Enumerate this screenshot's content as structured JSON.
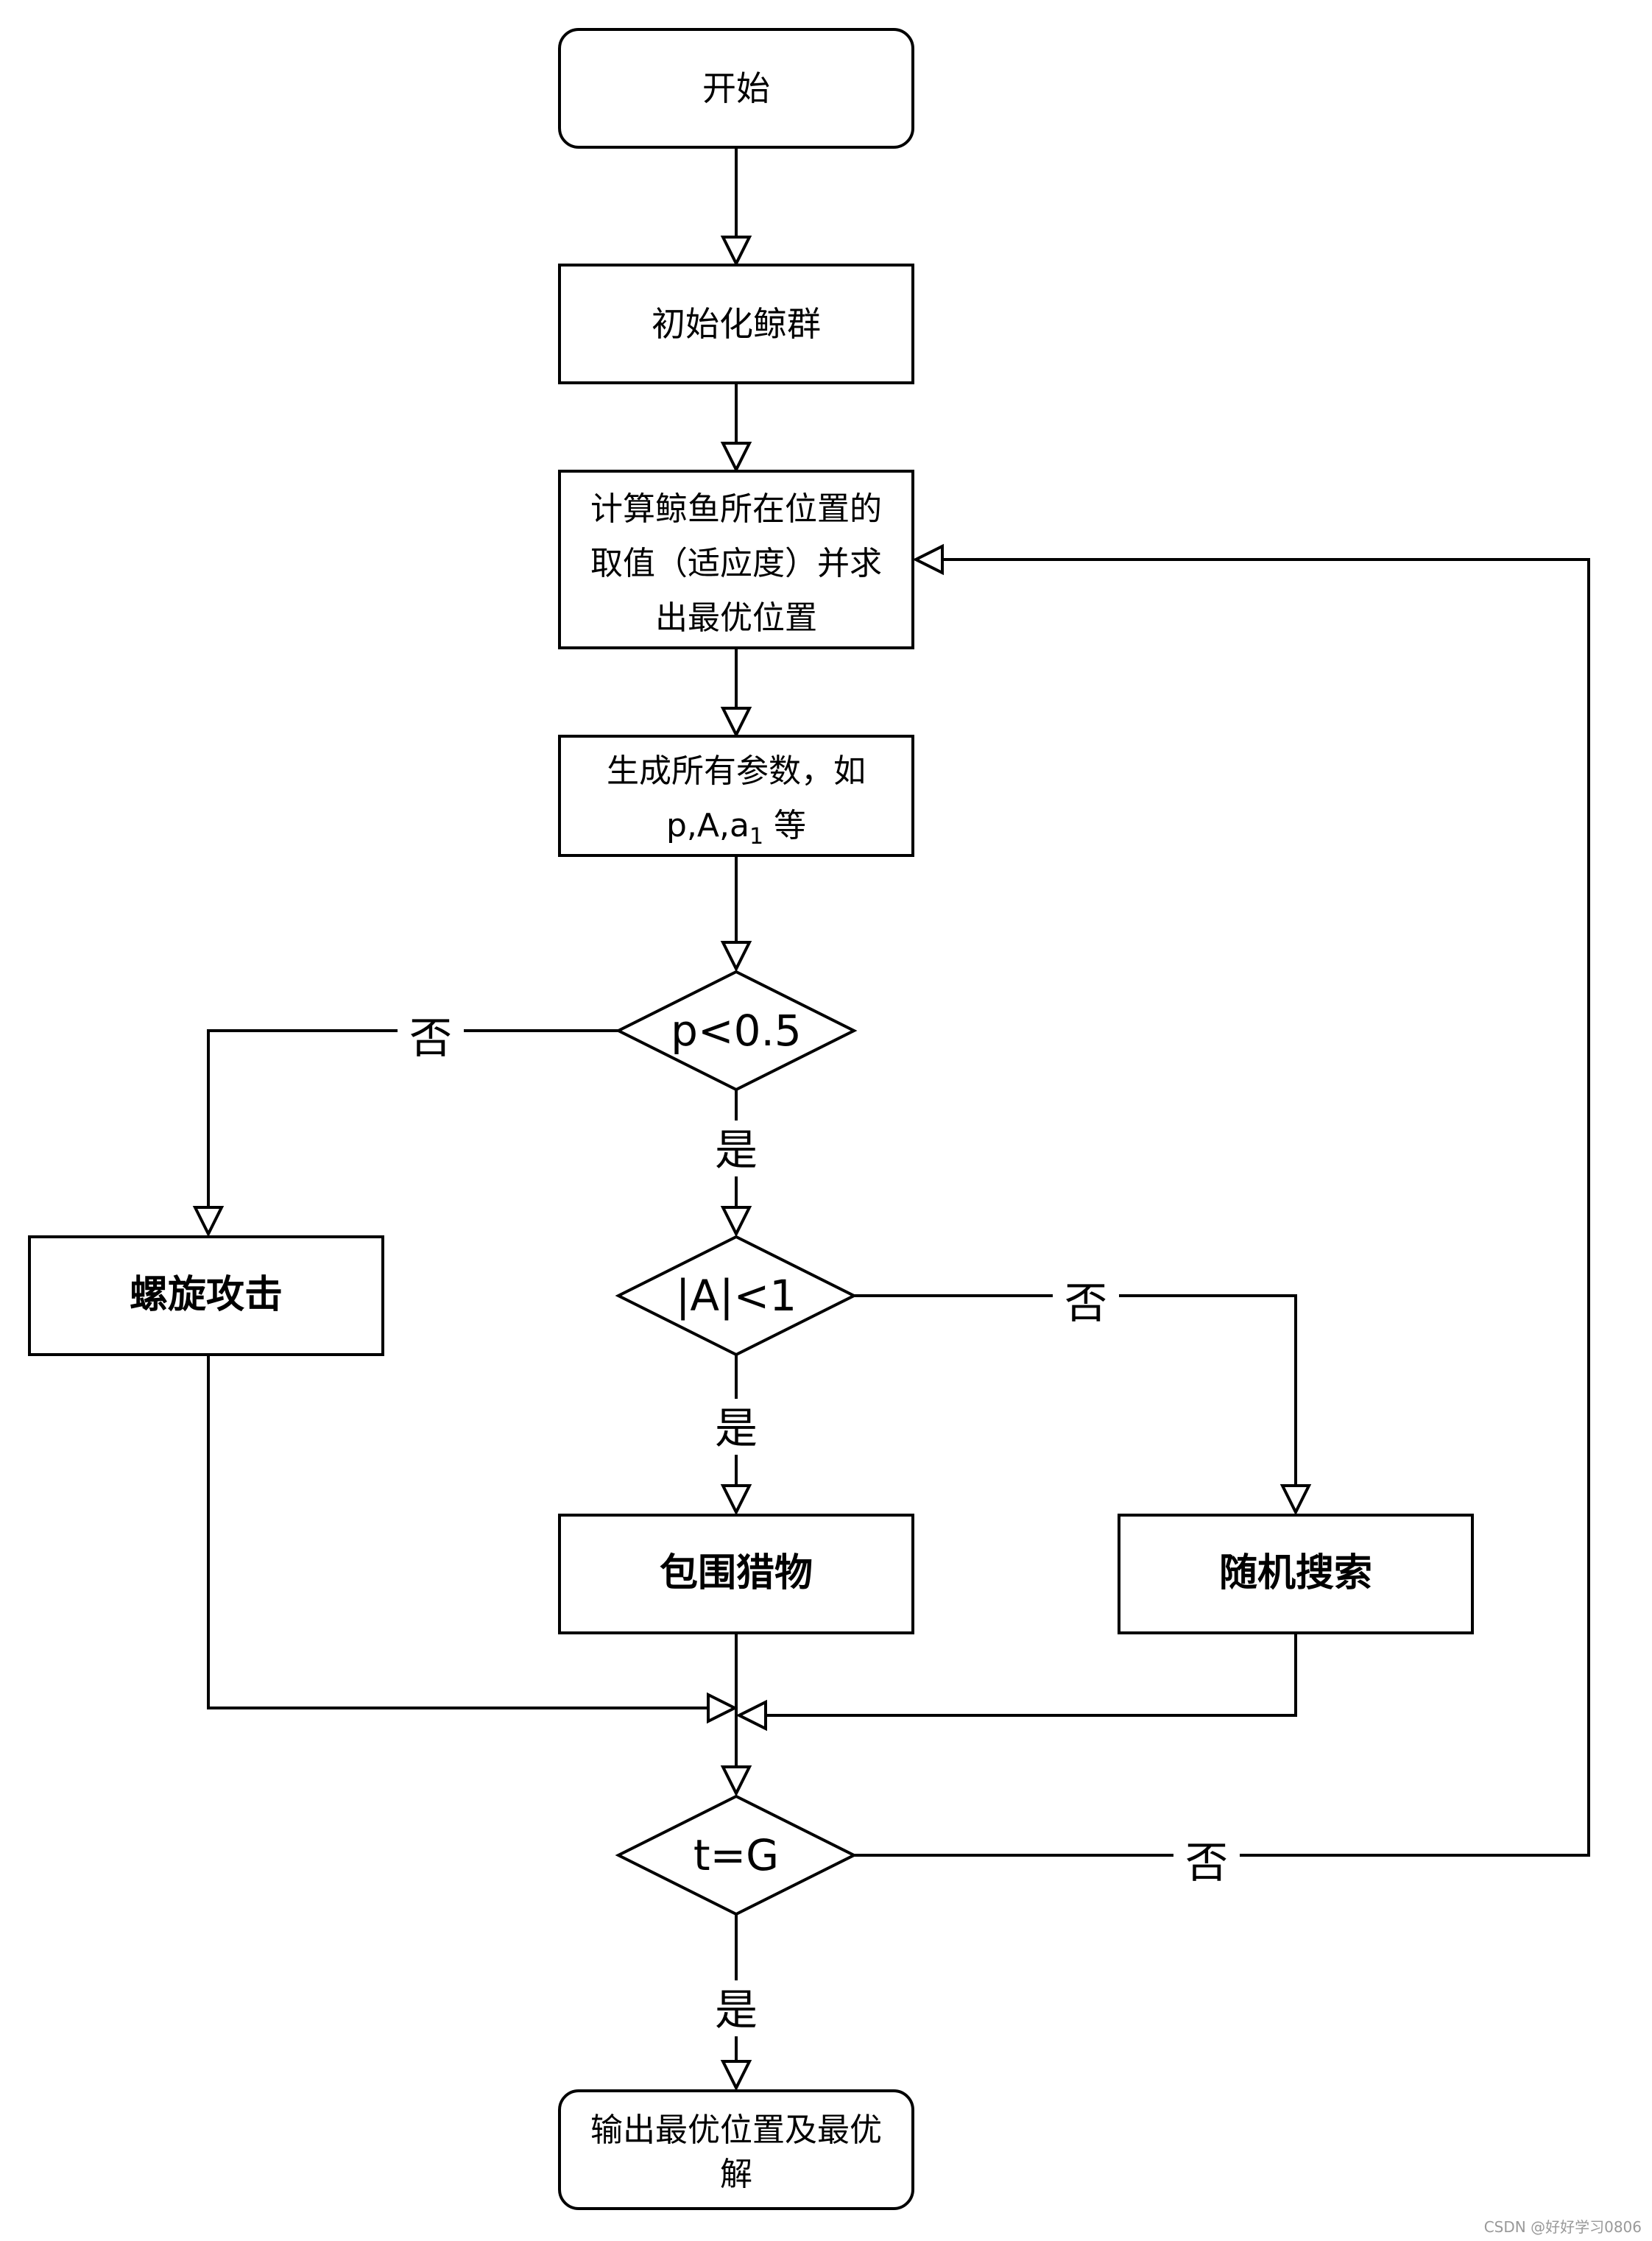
{
  "nodes": {
    "start": "开始",
    "init": "初始化鲸群",
    "compute": [
      "计算鲸鱼所在位置的",
      "取值（适应度）并求",
      "出最优位置"
    ],
    "params": {
      "line1": "生成所有参数，如",
      "line2_prefix": "p,A,a",
      "line2_sub": "1",
      "line2_suffix": " 等"
    },
    "decision_p": "p<0.5",
    "decision_A": "|A|<1",
    "spiral": "螺旋攻击",
    "encircle": "包围猎物",
    "random": "随机搜索",
    "decision_t": "t=G",
    "output": [
      "输出最优位置及最优",
      "解"
    ]
  },
  "edge_labels": {
    "p_no": "否",
    "p_yes": "是",
    "A_no": "否",
    "A_yes": "是",
    "t_no": "否",
    "t_yes": "是"
  },
  "watermark": "CSDN @好好学习0806"
}
